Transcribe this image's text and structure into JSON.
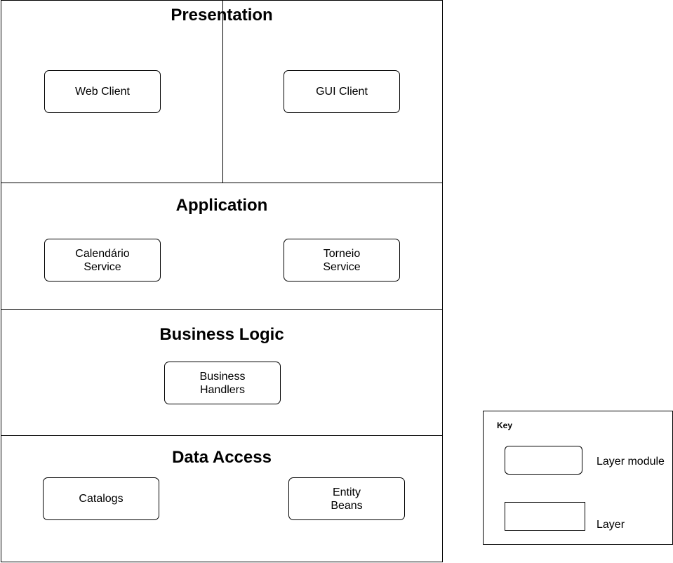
{
  "layers": {
    "presentation": {
      "title": "Presentation",
      "modules": {
        "web_client": "Web Client",
        "gui_client": "GUI Client"
      }
    },
    "application": {
      "title": "Application",
      "modules": {
        "calendario_service": "Calendário\nService",
        "torneio_service": "Torneio\nService"
      }
    },
    "business_logic": {
      "title": "Business Logic",
      "modules": {
        "business_handlers": "Business\nHandlers"
      }
    },
    "data_access": {
      "title": "Data Access",
      "modules": {
        "catalogs": "Catalogs",
        "entity_beans": "Entity\nBeans"
      }
    }
  },
  "key": {
    "title": "Key",
    "layer_module_label": "Layer module",
    "layer_label": "Layer"
  }
}
